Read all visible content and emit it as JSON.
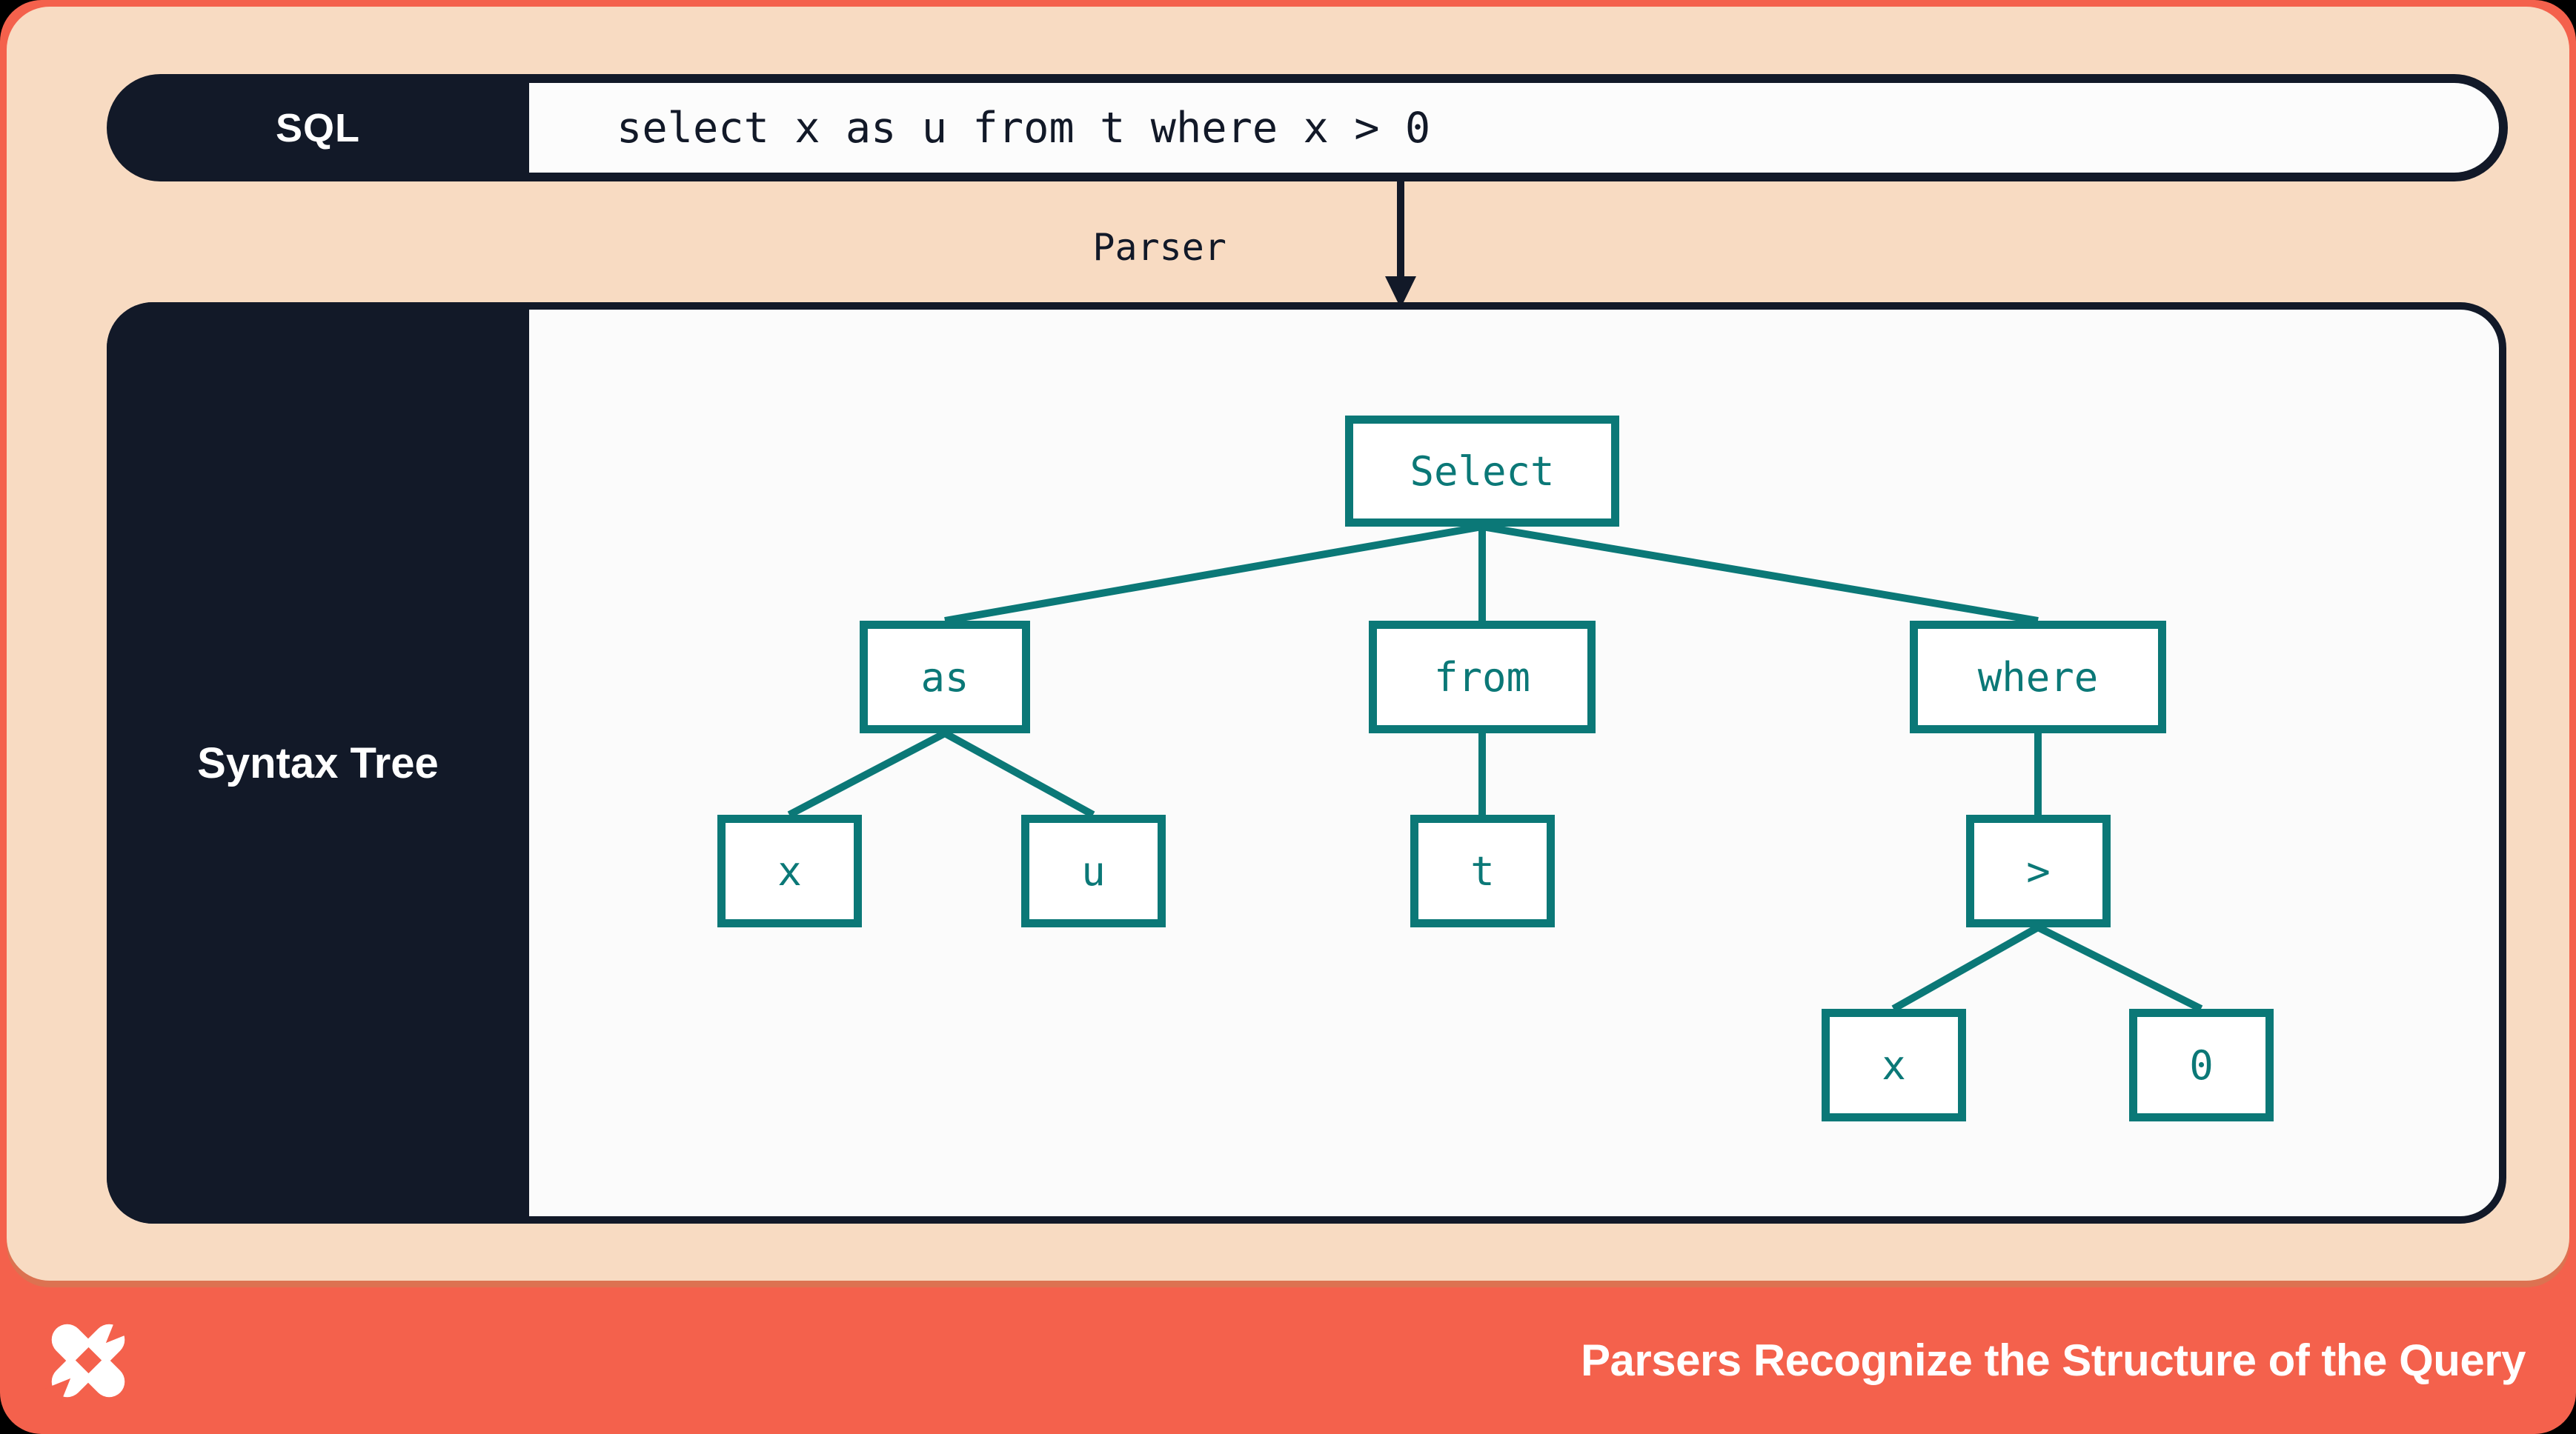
{
  "colors": {
    "frame_coral": "#F4614C",
    "frame_shadow": "#DC7251",
    "background_peach": "#F8DBC2",
    "navy": "#121928",
    "teal": "#0B7877",
    "panel_white": "#FBFBFB"
  },
  "sql_bar": {
    "label": "SQL",
    "query": "select x as u from t where x > 0"
  },
  "parser": {
    "label": "Parser"
  },
  "syntax_tree": {
    "panel_label": "Syntax Tree",
    "nodes": [
      {
        "id": "select",
        "label": "Select"
      },
      {
        "id": "as",
        "label": "as"
      },
      {
        "id": "from",
        "label": "from"
      },
      {
        "id": "where",
        "label": "where"
      },
      {
        "id": "x-alias",
        "label": "x"
      },
      {
        "id": "u",
        "label": "u"
      },
      {
        "id": "t",
        "label": "t"
      },
      {
        "id": "gt",
        "label": ">"
      },
      {
        "id": "x-cond",
        "label": "x"
      },
      {
        "id": "zero",
        "label": "0"
      }
    ],
    "edges": [
      {
        "parent": "select",
        "child": "as"
      },
      {
        "parent": "select",
        "child": "from"
      },
      {
        "parent": "select",
        "child": "where"
      },
      {
        "parent": "as",
        "child": "x-alias"
      },
      {
        "parent": "as",
        "child": "u"
      },
      {
        "parent": "from",
        "child": "t"
      },
      {
        "parent": "where",
        "child": "gt"
      },
      {
        "parent": "gt",
        "child": "x-cond"
      },
      {
        "parent": "gt",
        "child": "zero"
      }
    ]
  },
  "footer": {
    "logo": "dolt-logo",
    "title": "Parsers Recognize the Structure of the Query"
  }
}
